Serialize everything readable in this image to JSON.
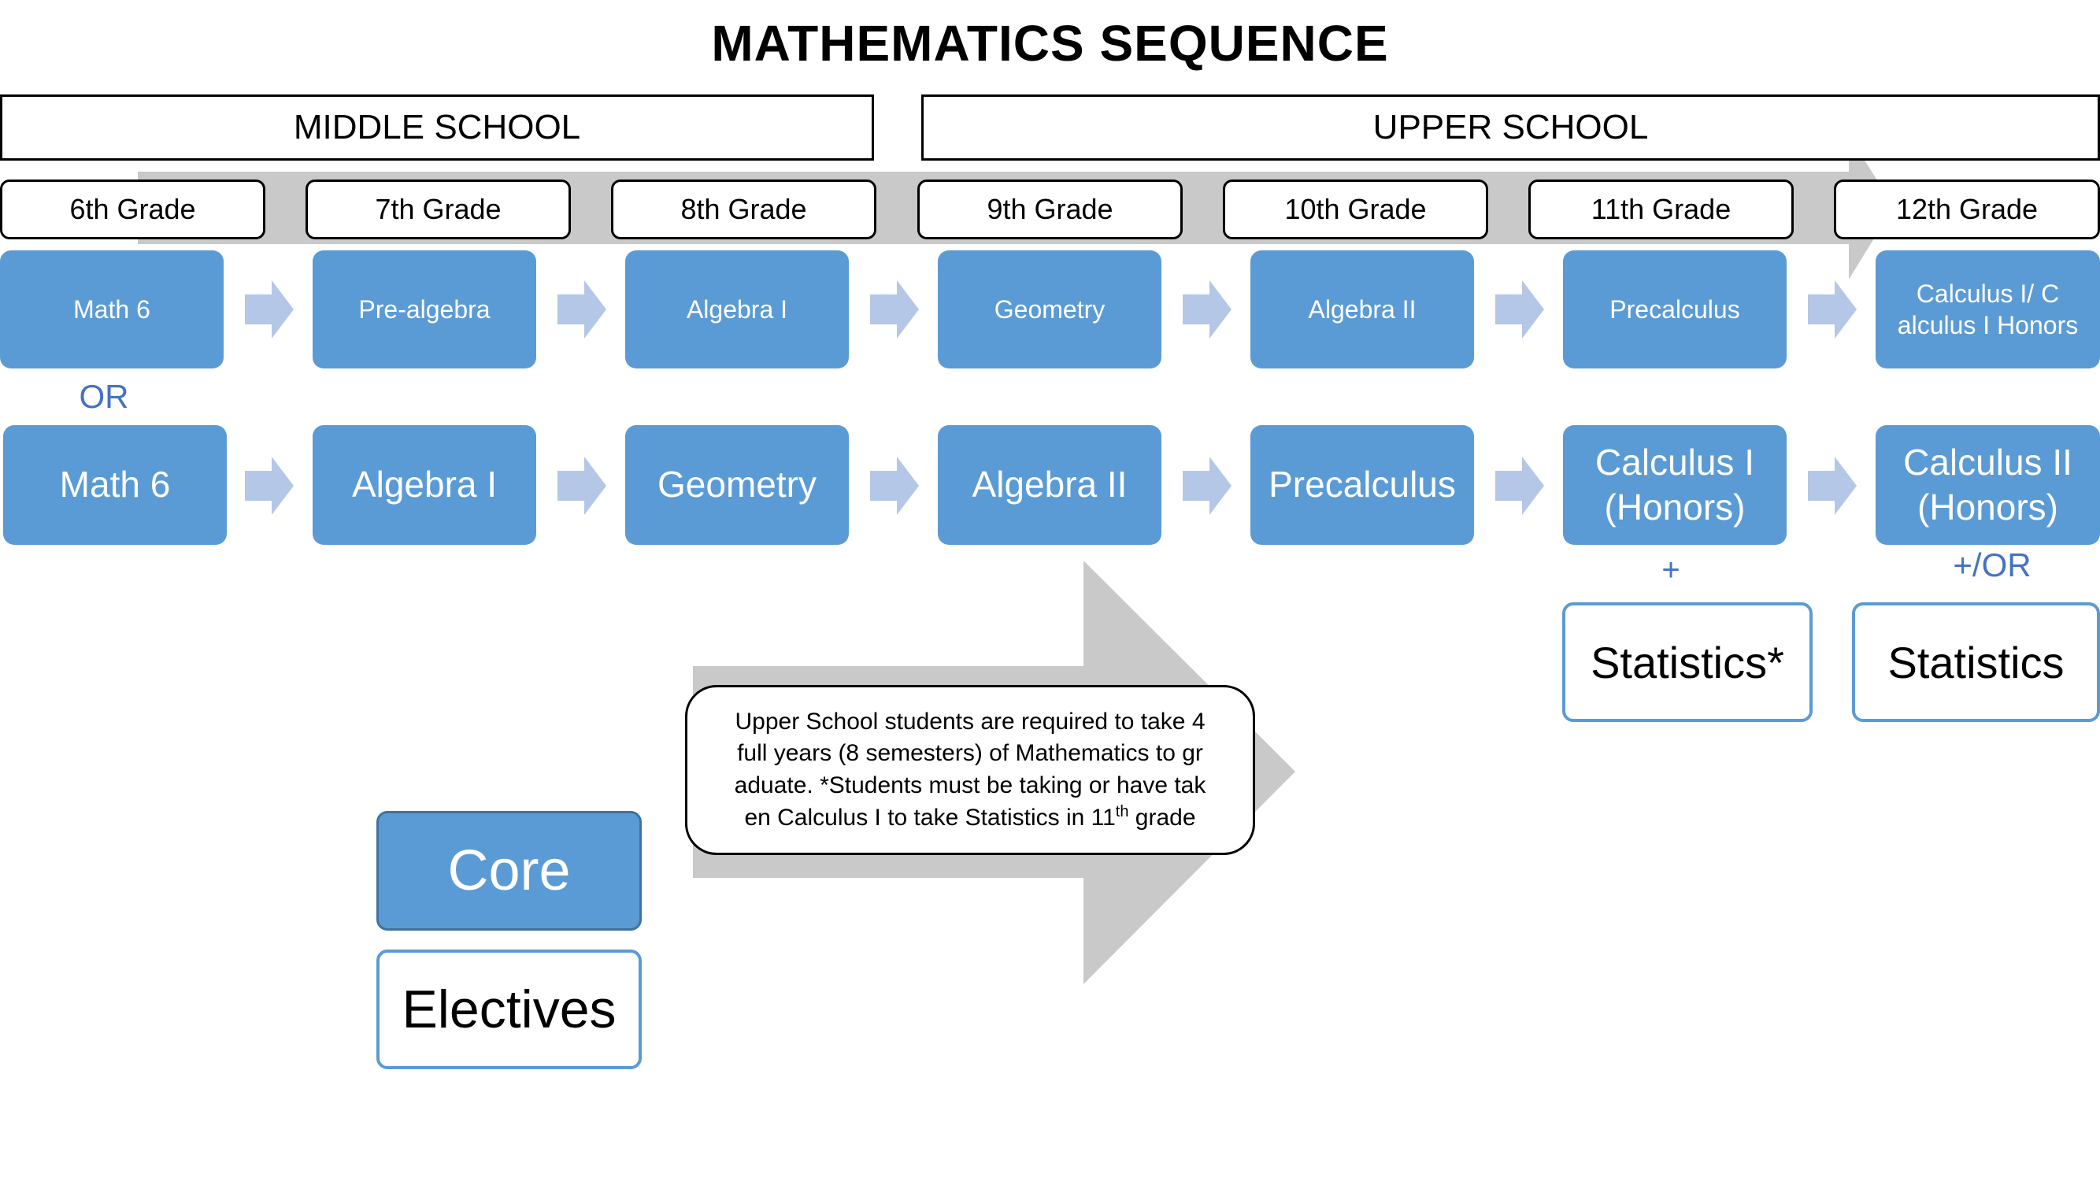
{
  "title": "MATHEMATICS SEQUENCE",
  "schools": {
    "middle": "MIDDLE SCHOOL",
    "upper": "UPPER SCHOOL"
  },
  "grades": [
    "6th Grade",
    "7th Grade",
    "8th Grade",
    "9th Grade",
    "10th Grade",
    "11th Grade",
    "12th Grade"
  ],
  "track1": [
    "Math 6",
    "Pre-algebra",
    "Algebra I",
    "Geometry",
    "Algebra II",
    "Precalculus",
    "Calculus I/ C",
    "alculus I Honors"
  ],
  "or_label": "OR",
  "track2": [
    "Math 6",
    "Algebra I",
    "Geometry",
    "Algebra II",
    "Precalculus",
    "Calculus I",
    "(Honors)",
    "Calculus II",
    "(Honors)"
  ],
  "plus_label": "+",
  "plus_or_label": "+/OR",
  "electives": [
    "Statistics*",
    "Statistics"
  ],
  "note": {
    "line1": "Upper School students are required to take 4",
    "line2": "full years (8 semesters) of Mathematics to  gr",
    "line3": "aduate. *Students must be taking or have  tak",
    "line4_pre": "en Calculus I to take Statistics in 11",
    "line4_sup": "th",
    "line4_post": " grade"
  },
  "legend": {
    "core": "Core",
    "electives": "Electives"
  },
  "colors": {
    "core_fill": "#5b9bd5",
    "arrow_light": "#b4c7e7",
    "big_arrow": "#c9c9c9",
    "label_blue": "#4472c4"
  }
}
